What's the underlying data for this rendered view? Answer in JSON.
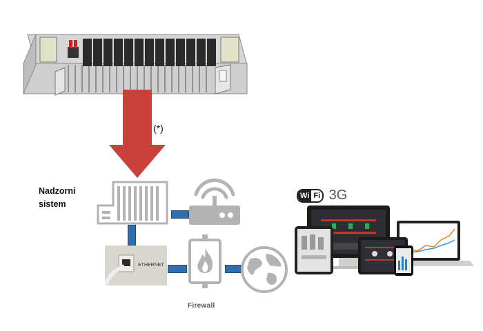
{
  "annotation": {
    "footnote": "(*)"
  },
  "monitoring": {
    "label_line1": "Nadzorni",
    "label_line2": "sistem"
  },
  "network": {
    "ethernet_label": "ETHERNET",
    "firewall_label": "Firewall"
  },
  "wireless": {
    "wifi_text": "Wi",
    "fi_text": "Fi",
    "mobile_label": "3G"
  },
  "colors": {
    "arrow": "#c9413a",
    "link": "#2f6fae",
    "icon_gray": "#b3b3b3"
  }
}
